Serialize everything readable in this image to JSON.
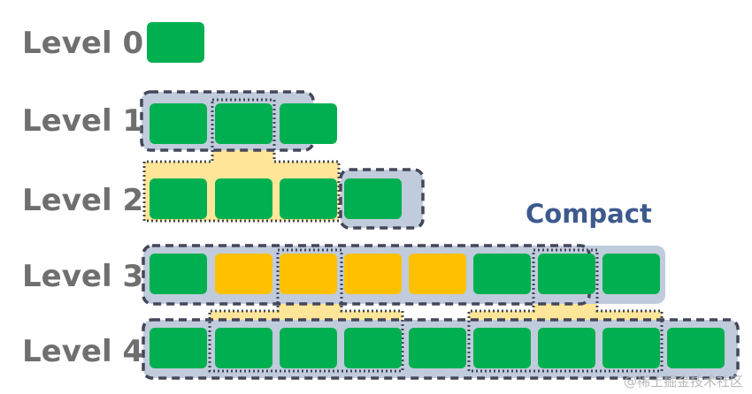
{
  "labels": {
    "level0": "Level 0",
    "level1": "Level 1",
    "level2": "Level 2",
    "level3": "Level 3",
    "level4": "Level 4",
    "compact": "Compact"
  },
  "watermark": "@稀土掘金技术社区",
  "colors": {
    "block_green": "#00b050",
    "block_orange": "#ffc000",
    "highlight_yellow": "#ffe699",
    "group_box": "#c0ccdc",
    "dashed_border": "#44475a",
    "label_gray": "#6f6f6f",
    "compact_blue": "#3d5a8e"
  },
  "levels": [
    {
      "label": "Level 0",
      "blocks": [
        "green"
      ]
    },
    {
      "label": "Level 1",
      "blocks": [
        "green",
        "green",
        "green"
      ]
    },
    {
      "label": "Level 2",
      "blocks": [
        "green",
        "green",
        "green",
        "green"
      ]
    },
    {
      "label": "Level 3",
      "blocks": [
        "green",
        "orange",
        "orange",
        "orange",
        "orange",
        "green",
        "green",
        "green"
      ]
    },
    {
      "label": "Level 4",
      "blocks": [
        "green",
        "green",
        "green",
        "green",
        "green",
        "green",
        "green",
        "green",
        "green"
      ]
    }
  ]
}
